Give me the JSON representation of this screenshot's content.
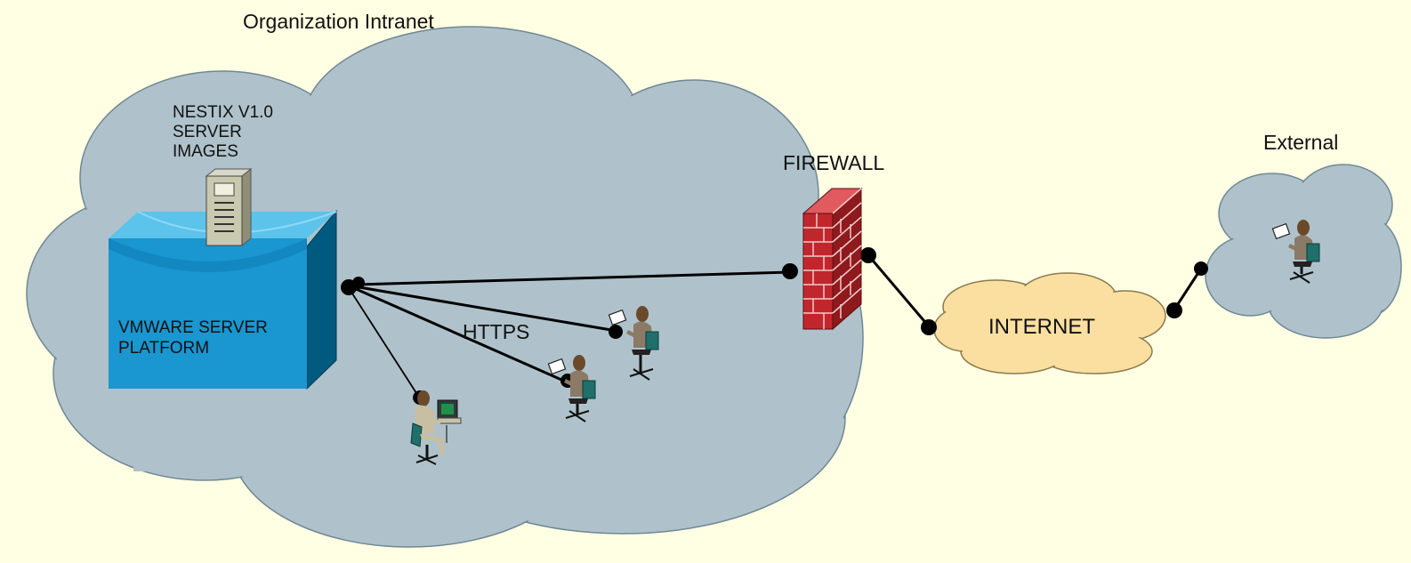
{
  "labels": {
    "intranet": "Organization Intranet",
    "server_images_line1": "NESTIX V1.0",
    "server_images_line2": "SERVER",
    "server_images_line3": "IMAGES",
    "platform_line1": "VMWARE SERVER",
    "platform_line2": "PLATFORM",
    "https": "HTTPS",
    "firewall": "FIREWALL",
    "internet": "INTERNET",
    "external": "External"
  },
  "icons": {
    "server_tower": "server-tower-icon",
    "vmware_platform": "server-platform-icon",
    "firewall": "brick-wall-icon",
    "workstation_user": "desktop-user-icon",
    "laptop_user": "laptop-user-icon"
  },
  "colors": {
    "background": "#FFFFE4",
    "cloud_fill": "#AFC2CB",
    "internet_cloud_fill": "#FBDFA0",
    "platform_front": "#1A96D0",
    "platform_top": "#5CC3EB",
    "platform_side": "#005A80",
    "firewall_brick": "#C0272D",
    "connector": "#000000"
  }
}
